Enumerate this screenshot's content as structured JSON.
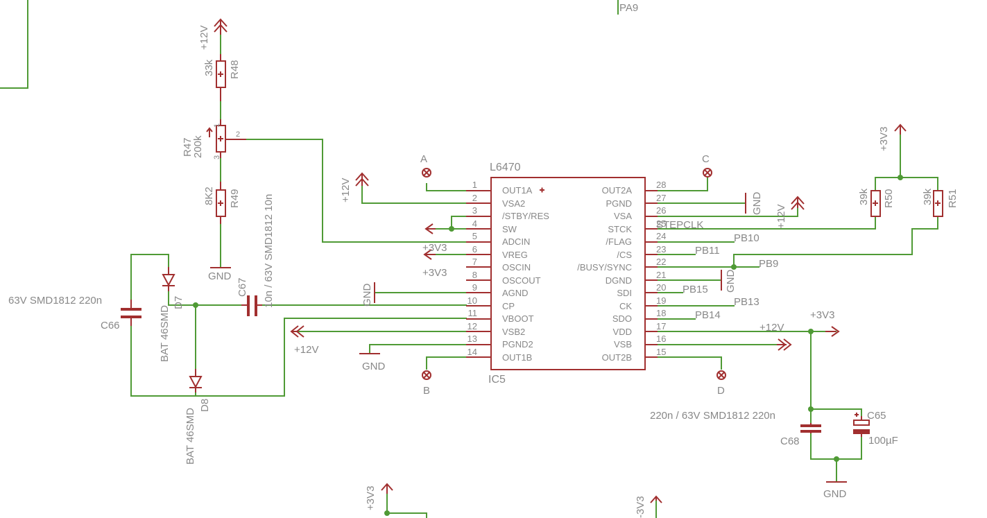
{
  "ic": {
    "name": "L6470",
    "ref": "IC5"
  },
  "pins_left": [
    {
      "num": "1",
      "name": "OUT1A"
    },
    {
      "num": "2",
      "name": "VSA2"
    },
    {
      "num": "3",
      "name": "/STBY/RES"
    },
    {
      "num": "4",
      "name": "SW"
    },
    {
      "num": "5",
      "name": "ADCIN"
    },
    {
      "num": "6",
      "name": "VREG"
    },
    {
      "num": "7",
      "name": "OSCIN"
    },
    {
      "num": "8",
      "name": "OSCOUT"
    },
    {
      "num": "9",
      "name": "AGND"
    },
    {
      "num": "10",
      "name": "CP"
    },
    {
      "num": "11",
      "name": "VBOOT"
    },
    {
      "num": "12",
      "name": "VSB2"
    },
    {
      "num": "13",
      "name": "PGND2"
    },
    {
      "num": "14",
      "name": "OUT1B"
    }
  ],
  "pins_right": [
    {
      "num": "28",
      "name": "OUT2A"
    },
    {
      "num": "27",
      "name": "PGND"
    },
    {
      "num": "26",
      "name": "VSA"
    },
    {
      "num": "25",
      "name": "STCK"
    },
    {
      "num": "24",
      "name": "/FLAG"
    },
    {
      "num": "23",
      "name": "/CS"
    },
    {
      "num": "22",
      "name": "/BUSY/SYNC"
    },
    {
      "num": "21",
      "name": "DGND"
    },
    {
      "num": "20",
      "name": "SDI"
    },
    {
      "num": "19",
      "name": "CK"
    },
    {
      "num": "18",
      "name": "SDO"
    },
    {
      "num": "17",
      "name": "VDD"
    },
    {
      "num": "16",
      "name": "VSB"
    },
    {
      "num": "15",
      "name": "OUT2B"
    }
  ],
  "outputs": {
    "a": "A",
    "b": "B",
    "c": "C",
    "d": "D"
  },
  "resistors": {
    "r48": {
      "ref": "R48",
      "value": "33k"
    },
    "r47": {
      "ref": "R47",
      "value": "200k",
      "pin1": "1",
      "pin2": "2",
      "pin3": "3"
    },
    "r49": {
      "ref": "R49",
      "value": "8K2"
    },
    "r50": {
      "ref": "R50",
      "value": "39k"
    },
    "r51": {
      "ref": "R51",
      "value": "39k"
    }
  },
  "capacitors": {
    "c66": {
      "ref": "C66",
      "value": "63V  SMD1812 220n"
    },
    "c67": {
      "ref": "C67",
      "value": "10n / 63V  SMD1812 10n"
    },
    "c68": {
      "ref": "C68",
      "value": "220n / 63V  SMD1812 220n"
    },
    "c65": {
      "ref": "C65",
      "value": "100µF"
    }
  },
  "diodes": {
    "d7": {
      "ref": "D7",
      "value": "BAT 46SMD"
    },
    "d8": {
      "ref": "D8",
      "value": "BAT 46SMD"
    }
  },
  "supplies": {
    "v12": "+12V",
    "v3v3": "+3V3",
    "gnd": "GND",
    "v3v3_cut": "-3V3"
  },
  "nets": {
    "pa9": "PA9",
    "stepclk": "STEPCLK",
    "pb10": "PB10",
    "pb11": "PB11",
    "pb9": "PB9",
    "pb15": "PB15",
    "pb13": "PB13",
    "pb14": "PB14"
  },
  "colors": {
    "wire": "#4f9a35",
    "part": "#a12f2f",
    "text": "#888888",
    "background": "#ffffff"
  }
}
